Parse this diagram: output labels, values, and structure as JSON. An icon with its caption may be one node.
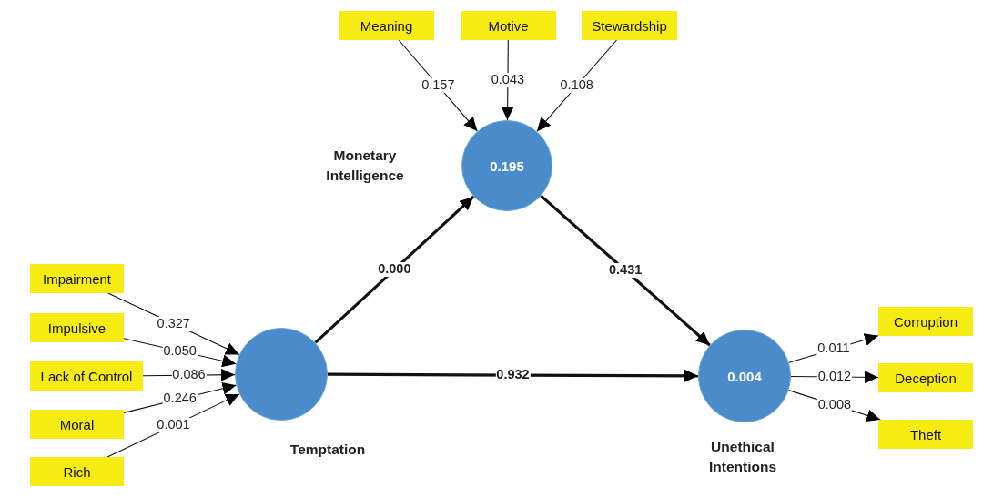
{
  "diagram": {
    "nodes": [
      {
        "text": [
          "Meaning"
        ]
      },
      {
        "text": [
          "Motive"
        ]
      },
      {
        "text": [
          "Stewardship"
        ]
      },
      {
        "text": [
          "0.195"
        ]
      },
      {
        "text": [
          "Impairment"
        ]
      },
      {
        "text": [
          "Impulsive"
        ]
      },
      {
        "text": [
          "Lack of Control"
        ]
      },
      {
        "text": [
          "Moral"
        ]
      },
      {
        "text": [
          "Rich"
        ]
      },
      {
        "text": [],
        "shape": "circle",
        "beside": [
          "Temptation"
        ]
      },
      {
        "text": [
          "0.004"
        ],
        "beside": [
          "Unethical Intentions"
        ]
      },
      {
        "text": [
          "Corruption"
        ]
      },
      {
        "text": [
          "Deception"
        ]
      },
      {
        "text": [
          "Theft"
        ]
      }
    ],
    "edges": [
      {
        "from": 0,
        "to": 3,
        "arrow": "to",
        "label": "0.157"
      },
      {
        "from": 1,
        "to": 3,
        "arrow": "to",
        "label": "0.043"
      },
      {
        "from": 2,
        "to": 3,
        "arrow": "to",
        "label": "0.108"
      },
      {
        "from": 4,
        "to": 9,
        "arrow": "to",
        "label": "0.327"
      },
      {
        "from": 5,
        "to": 9,
        "arrow": "to",
        "label": "0.050"
      },
      {
        "from": 6,
        "to": 9,
        "arrow": "to",
        "label": "0.086"
      },
      {
        "from": 7,
        "to": 9,
        "arrow": "to",
        "label": "0.246"
      },
      {
        "from": 8,
        "to": 9,
        "arrow": "to",
        "label": "0.001"
      },
      {
        "from": 9,
        "to": 3,
        "arrow": "to",
        "label": "0.000",
        "style": "thick"
      },
      {
        "from": 3,
        "to": 10,
        "arrow": "to",
        "label": "0.431",
        "style": "thick"
      },
      {
        "from": 9,
        "to": 10,
        "arrow": "to",
        "label": "0.932",
        "style": "thick"
      },
      {
        "from": 10,
        "to": 11,
        "arrow": "to",
        "label": "0.011"
      },
      {
        "from": 10,
        "to": 12,
        "arrow": "to",
        "label": "0.012"
      },
      {
        "from": 10,
        "to": 13,
        "arrow": "to",
        "label": "0.008"
      }
    ],
    "labels": [
      "Monetary Intelligence"
    ]
  }
}
